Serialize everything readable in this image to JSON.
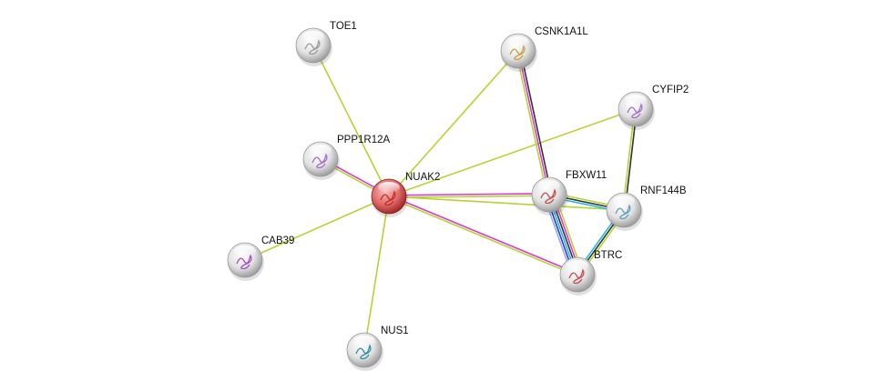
{
  "network": {
    "query_color": "#d9534f",
    "nodes": [
      {
        "id": "TOE1",
        "label": "TOE1",
        "glyph": "#9a9a9a"
      },
      {
        "id": "CSNK1A1L",
        "label": "CSNK1A1L",
        "glyph": "#c8a040"
      },
      {
        "id": "CYFIP2",
        "label": "CYFIP2",
        "glyph": "#a070c8"
      },
      {
        "id": "PPP1R12A",
        "label": "PPP1R12A",
        "glyph": "#a070c8"
      },
      {
        "id": "NUAK2",
        "label": "NUAK2",
        "glyph": "#c03020",
        "query": true
      },
      {
        "id": "FBXW11",
        "label": "FBXW11",
        "glyph": "#c05050"
      },
      {
        "id": "RNF144B",
        "label": "RNF144B",
        "glyph": "#60a0c0"
      },
      {
        "id": "CAB39",
        "label": "CAB39",
        "glyph": "#a050c0"
      },
      {
        "id": "BTRC",
        "label": "BTRC",
        "glyph": "#c05050"
      },
      {
        "id": "NUS1",
        "label": "NUS1",
        "glyph": "#3090a0"
      }
    ],
    "edges": [
      {
        "from": "TOE1",
        "to": "NUAK2",
        "colors": [
          "#b5d334"
        ]
      },
      {
        "from": "PPP1R12A",
        "to": "NUAK2",
        "colors": [
          "#d63ad6",
          "#b5d334"
        ]
      },
      {
        "from": "CAB39",
        "to": "NUAK2",
        "colors": [
          "#b5d334"
        ]
      },
      {
        "from": "NUS1",
        "to": "NUAK2",
        "colors": [
          "#b5d334"
        ]
      },
      {
        "from": "CSNK1A1L",
        "to": "NUAK2",
        "colors": [
          "#b5d334"
        ]
      },
      {
        "from": "CYFIP2",
        "to": "NUAK2",
        "colors": [
          "#b5d334"
        ]
      },
      {
        "from": "NUAK2",
        "to": "FBXW11",
        "colors": [
          "#d63ad6",
          "#b5d334"
        ]
      },
      {
        "from": "NUAK2",
        "to": "RNF144B",
        "colors": [
          "#b5d334"
        ]
      },
      {
        "from": "NUAK2",
        "to": "BTRC",
        "colors": [
          "#d63ad6",
          "#b5d334"
        ]
      },
      {
        "from": "CSNK1A1L",
        "to": "FBXW11",
        "colors": [
          "#333333",
          "#d63ad6",
          "#b5d334"
        ]
      },
      {
        "from": "CYFIP2",
        "to": "RNF144B",
        "colors": [
          "#333333",
          "#b5d334"
        ]
      },
      {
        "from": "FBXW11",
        "to": "RNF144B",
        "colors": [
          "#b5d334",
          "#333333",
          "#27b6e0"
        ]
      },
      {
        "from": "FBXW11",
        "to": "BTRC",
        "colors": [
          "#b5d334",
          "#d63ad6",
          "#333333",
          "#27b6e0",
          "#2a3ae0",
          "#9aa8f0"
        ]
      },
      {
        "from": "RNF144B",
        "to": "BTRC",
        "colors": [
          "#b5d334",
          "#333333",
          "#27b6e0"
        ]
      }
    ]
  }
}
